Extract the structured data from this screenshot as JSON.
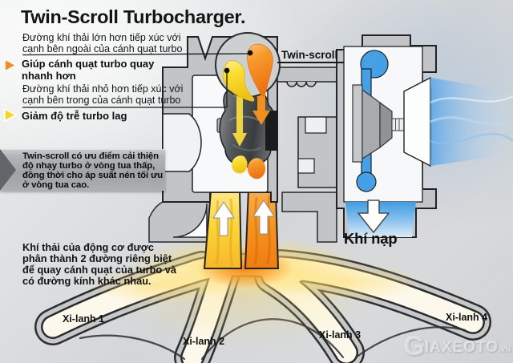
{
  "title": "Twin-Scroll Turbocharger.",
  "callouts": {
    "outer": {
      "lines": [
        "Đường khí thải lớn hơn tiếp xúc với",
        "cạnh bên ngoài của cánh quạt turbo"
      ],
      "note_lines": [
        "Giúp cánh quạt turbo quay",
        "nhanh hơn"
      ]
    },
    "inner": {
      "lines": [
        "Đường khí thải nhỏ hơn tiếp xúc với",
        "cạnh bên trong của cánh quạt turbo"
      ],
      "note_lines": [
        "Giảm độ trễ turbo lag"
      ]
    }
  },
  "banner": {
    "lines": [
      "Twin-scroll có ưu điểm cải thiện",
      "độ nhạy turbo ở vòng tua thấp,",
      "đồng thời cho áp suất nén tối ưu",
      "ở vòng tua cao."
    ]
  },
  "engine_note": {
    "lines": [
      "Khí thải của động cơ được",
      "phân thành 2 đường riêng biệt",
      "để quay cánh quạt của turbo và",
      "có đường kính khác nhau."
    ]
  },
  "labels": {
    "twin_scroll": "Twin-scroll",
    "intake": "Khí nạp"
  },
  "cylinders": [
    {
      "label": "Xi-lanh 1"
    },
    {
      "label": "Xi-lanh 2"
    },
    {
      "label": "Xi-lanh 3"
    },
    {
      "label": "Xi-lanh 4"
    }
  ],
  "watermark": {
    "initial": "G",
    "name": "IAXEOTO",
    "suffix": ".VN"
  },
  "colors": {
    "exhaust_large_scroll": "#f6921e",
    "exhaust_small_scroll": "#f9d616",
    "intake_air": "#45a1e6",
    "housing_gray": "#c2c4c7",
    "banner_gray": "#a2a4a7"
  }
}
